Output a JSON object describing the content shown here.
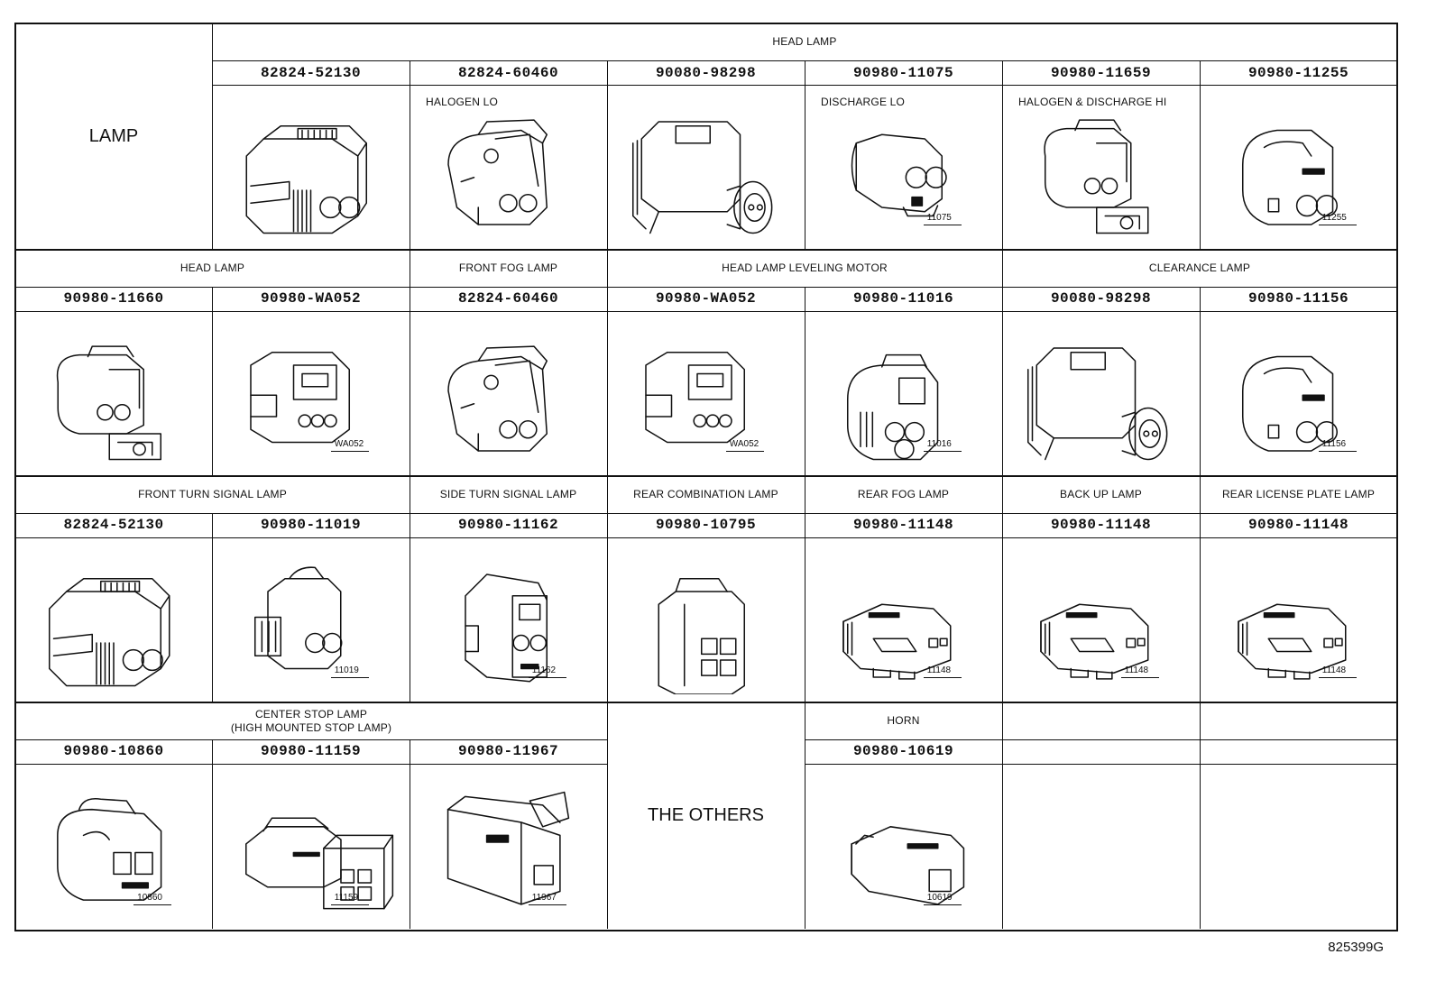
{
  "lamp_label": "LAMP",
  "others_label": "THE OTHERS",
  "drawing_number": "825399G",
  "rows": [
    {
      "groups": [
        {
          "label": "HEAD LAMP"
        }
      ],
      "cells": [
        {
          "part": "82824-52130",
          "note": "",
          "callout": "",
          "icon": "connector-large-4slot-icon"
        },
        {
          "part": "82824-60460",
          "note": "HALOGEN LO",
          "callout": "",
          "icon": "connector-halogen-icon"
        },
        {
          "part": "90080-98298",
          "note": "",
          "callout": "",
          "icon": "connector-sealed-round-icon"
        },
        {
          "part": "90980-11075",
          "note": "DISCHARGE LO",
          "callout": "11075",
          "icon": "connector-discharge-icon"
        },
        {
          "part": "90980-11659",
          "note": "HALOGEN & DISCHARGE HI",
          "callout": "",
          "icon": "connector-hi-beam-icon"
        },
        {
          "part": "90980-11255",
          "note": "",
          "callout": "11255",
          "icon": "connector-round-2pin-icon"
        }
      ]
    },
    {
      "groups": [
        {
          "label": "HEAD LAMP"
        },
        {
          "label": "FRONT FOG LAMP"
        },
        {
          "label": "HEAD LAMP LEVELING MOTOR"
        },
        {
          "label": "CLEARANCE LAMP"
        }
      ],
      "cells": [
        {
          "part": "90980-11660",
          "note": "",
          "callout": "",
          "icon": "connector-hi-beam-icon"
        },
        {
          "part": "90980-WA052",
          "note": "",
          "callout": "WA052",
          "icon": "connector-3pin-icon"
        },
        {
          "part": "82824-60460",
          "note": "",
          "callout": "",
          "icon": "connector-halogen-icon"
        },
        {
          "part": "90980-WA052",
          "note": "",
          "callout": "WA052",
          "icon": "connector-3pin-icon"
        },
        {
          "part": "90980-11016",
          "note": "",
          "callout": "11016",
          "icon": "connector-3round-icon"
        },
        {
          "part": "90080-98298",
          "note": "",
          "callout": "",
          "icon": "connector-sealed-round-icon"
        },
        {
          "part": "90980-11156",
          "note": "",
          "callout": "11156",
          "icon": "connector-round-2pin-icon"
        }
      ]
    },
    {
      "groups": [
        {
          "label": "FRONT TURN SIGNAL LAMP"
        },
        {
          "label": "SIDE TURN SIGNAL LAMP"
        },
        {
          "label": "REAR COMBINATION LAMP"
        },
        {
          "label": "REAR FOG LAMP"
        },
        {
          "label": "BACK UP LAMP"
        },
        {
          "label": "REAR LICENSE PLATE LAMP"
        }
      ],
      "cells": [
        {
          "part": "82824-52130",
          "note": "",
          "callout": "",
          "icon": "connector-large-4slot-icon"
        },
        {
          "part": "90980-11019",
          "note": "",
          "callout": "11019",
          "icon": "connector-2pin-small-icon"
        },
        {
          "part": "90980-11162",
          "note": "",
          "callout": "11162",
          "icon": "connector-side-turn-icon"
        },
        {
          "part": "90980-10795",
          "note": "",
          "callout": "",
          "icon": "connector-4square-icon"
        },
        {
          "part": "90980-11148",
          "note": "",
          "callout": "11148",
          "icon": "connector-flat-icon"
        },
        {
          "part": "90980-11148",
          "note": "",
          "callout": "11148",
          "icon": "connector-flat-icon"
        },
        {
          "part": "90980-11148",
          "note": "",
          "callout": "11148",
          "icon": "connector-flat-icon"
        }
      ]
    },
    {
      "groups": [
        {
          "label": "CENTER STOP LAMP",
          "label2": "(HIGH MOUNTED STOP LAMP)"
        },
        {
          "label": "HORN"
        }
      ],
      "cells": [
        {
          "part": "90980-10860",
          "note": "",
          "callout": "10860",
          "icon": "connector-stop-lamp-icon"
        },
        {
          "part": "90980-11159",
          "note": "",
          "callout": "11159",
          "icon": "connector-inline-icon"
        },
        {
          "part": "90980-11967",
          "note": "",
          "callout": "11967",
          "icon": "connector-box-icon"
        },
        {
          "part": "90980-10619",
          "note": "",
          "callout": "10619",
          "icon": "connector-horn-icon"
        }
      ]
    }
  ]
}
